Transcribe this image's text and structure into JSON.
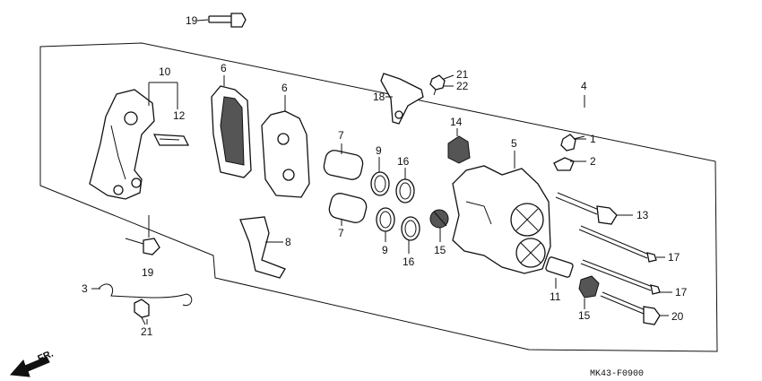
{
  "diagram": {
    "code": "MK43-F0900",
    "direction": "FR.",
    "callouts": {
      "c1": "1",
      "c2": "2",
      "c3": "3",
      "c4": "4",
      "c5": "5",
      "c6a": "6",
      "c6b": "6",
      "c7a": "7",
      "c7b": "7",
      "c8": "8",
      "c9a": "9",
      "c9b": "9",
      "c10": "10",
      "c11": "11",
      "c12": "12",
      "c13": "13",
      "c14": "14",
      "c15a": "15",
      "c15b": "15",
      "c16a": "16",
      "c16b": "16",
      "c17a": "17",
      "c17b": "17",
      "c18": "18",
      "c19a": "19",
      "c19b": "19",
      "c20": "20",
      "c21a": "21",
      "c21b": "21",
      "c22": "22"
    }
  }
}
